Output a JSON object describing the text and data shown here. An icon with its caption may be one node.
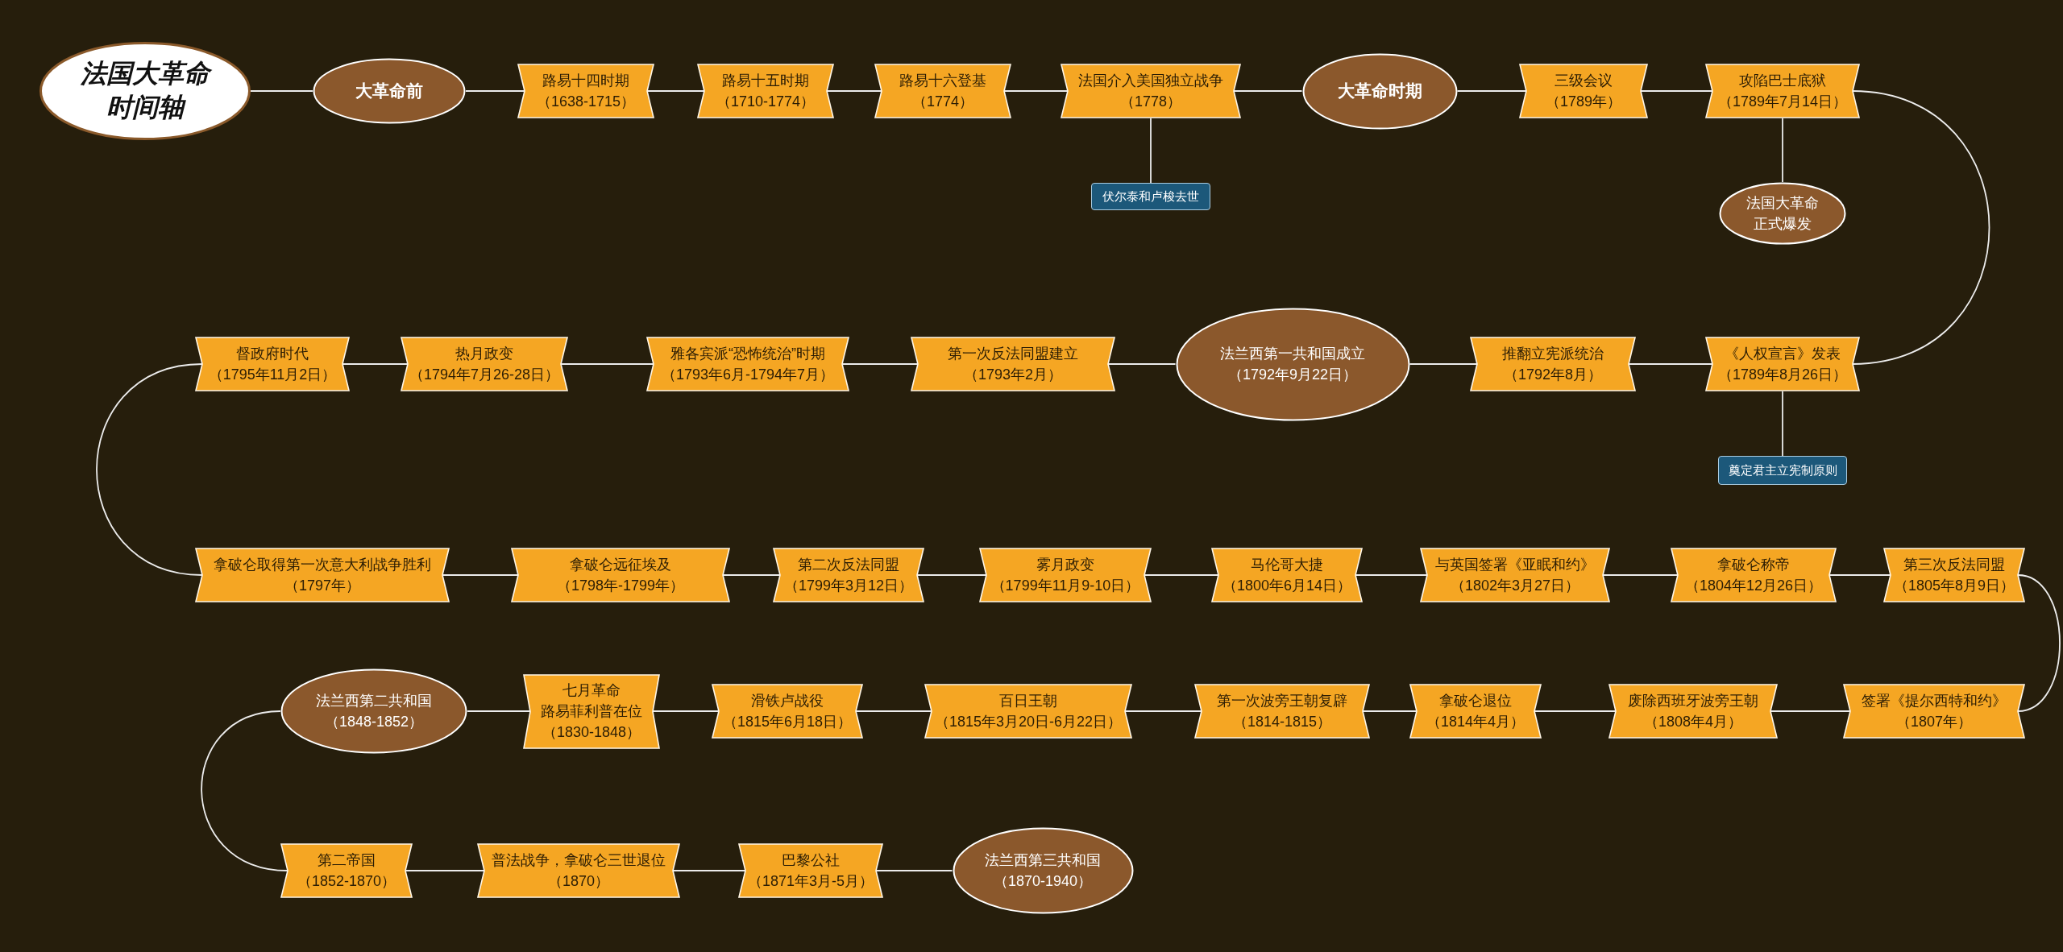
{
  "diagram": {
    "nodes": [
      {
        "text": [
          "法国大革命时间轴"
        ]
      },
      {
        "text": [
          "大革命前"
        ]
      },
      {
        "text": [
          "路易十四时期",
          "（1638-1715）"
        ]
      },
      {
        "text": [
          "路易十五时期",
          "（1710-1774）"
        ]
      },
      {
        "text": [
          "路易十六登基",
          "（1774）"
        ]
      },
      {
        "text": [
          "法国介入美国独立战争",
          "（1778）"
        ]
      },
      {
        "text": [
          "伏尔泰和卢梭去世"
        ]
      },
      {
        "text": [
          "大革命时期"
        ]
      },
      {
        "text": [
          "三级会议",
          "（1789年）"
        ]
      },
      {
        "text": [
          "攻陷巴士底狱",
          "（1789年7月14日）"
        ]
      },
      {
        "text": [
          "法国大革命正式爆发"
        ]
      },
      {
        "text": [
          "《人权宣言》发表",
          "（1789年8月26日）"
        ]
      },
      {
        "text": [
          "奠定君主立宪制原则"
        ]
      },
      {
        "text": [
          "推翻立宪派统治",
          "（1792年8月）"
        ]
      },
      {
        "text": [
          "法兰西第一共和国成立",
          "（1792年9月22日）"
        ]
      },
      {
        "text": [
          "第一次反法同盟建立",
          "（1793年2月）"
        ]
      },
      {
        "text": [
          "雅各宾派“恐怖统治”时期",
          "（1793年6月-1794年7月）"
        ]
      },
      {
        "text": [
          "热月政变",
          "（1794年7月26-28日）"
        ]
      },
      {
        "text": [
          "督政府时代",
          "（1795年11月2日）"
        ]
      },
      {
        "text": [
          "拿破仑取得第一次意大利战争胜利",
          "（1797年）"
        ]
      },
      {
        "text": [
          "拿破仑远征埃及",
          "（1798年-1799年）"
        ]
      },
      {
        "text": [
          "第二次反法同盟",
          "（1799年3月12日）"
        ]
      },
      {
        "text": [
          "雾月政变",
          "（1799年11月9-10日）"
        ]
      },
      {
        "text": [
          "马伦哥大捷",
          "（1800年6月14日）"
        ]
      },
      {
        "text": [
          "与英国签署《亚眠和约》",
          "（1802年3月27日）"
        ]
      },
      {
        "text": [
          "拿破仑称帝",
          "（1804年12月26日）"
        ]
      },
      {
        "text": [
          "第三次反法同盟",
          "（1805年8月9日）"
        ]
      },
      {
        "text": [
          "签署《提尔西特和约》",
          "（1807年）"
        ]
      },
      {
        "text": [
          "废除西班牙波旁王朝",
          "（1808年4月）"
        ]
      },
      {
        "text": [
          "拿破仑退位",
          "（1814年4月）"
        ]
      },
      {
        "text": [
          "第一次波旁王朝复辟",
          "（1814-1815）"
        ]
      },
      {
        "text": [
          "百日王朝",
          "（1815年3月20日-6月22日）"
        ]
      },
      {
        "text": [
          "滑铁卢战役",
          "（1815年6月18日）"
        ]
      },
      {
        "text": [
          "七月革命",
          "路易菲利普在位",
          "（1830-1848）"
        ]
      },
      {
        "text": [
          "法兰西第二共和国",
          "（1848-1852）"
        ]
      },
      {
        "text": [
          "第二帝国",
          "（1852-1870）"
        ]
      },
      {
        "text": [
          "普法战争，拿破仑三世退位",
          "（1870）"
        ]
      },
      {
        "text": [
          "巴黎公社",
          "（1871年3月-5月）"
        ]
      },
      {
        "text": [
          "法兰西第三共和国",
          "（1870-1940）"
        ]
      }
    ],
    "edges": [
      {
        "from": 0,
        "to": 1,
        "arrow": "none"
      },
      {
        "from": 1,
        "to": 2,
        "arrow": "none"
      },
      {
        "from": 2,
        "to": 3,
        "arrow": "none"
      },
      {
        "from": 3,
        "to": 4,
        "arrow": "none"
      },
      {
        "from": 4,
        "to": 5,
        "arrow": "none"
      },
      {
        "from": 5,
        "to": 6,
        "arrow": "none"
      },
      {
        "from": 5,
        "to": 7,
        "arrow": "none"
      },
      {
        "from": 7,
        "to": 8,
        "arrow": "none"
      },
      {
        "from": 8,
        "to": 9,
        "arrow": "none"
      },
      {
        "from": 9,
        "to": 10,
        "arrow": "none"
      },
      {
        "from": 9,
        "to": 11,
        "arrow": "none"
      },
      {
        "from": 11,
        "to": 12,
        "arrow": "none"
      },
      {
        "from": 11,
        "to": 13,
        "arrow": "none"
      },
      {
        "from": 13,
        "to": 14,
        "arrow": "none"
      },
      {
        "from": 14,
        "to": 15,
        "arrow": "none"
      },
      {
        "from": 15,
        "to": 16,
        "arrow": "none"
      },
      {
        "from": 16,
        "to": 17,
        "arrow": "none"
      },
      {
        "from": 17,
        "to": 18,
        "arrow": "none"
      },
      {
        "from": 18,
        "to": 19,
        "arrow": "none"
      },
      {
        "from": 19,
        "to": 20,
        "arrow": "none"
      },
      {
        "from": 20,
        "to": 21,
        "arrow": "none"
      },
      {
        "from": 21,
        "to": 22,
        "arrow": "none"
      },
      {
        "from": 22,
        "to": 23,
        "arrow": "none"
      },
      {
        "from": 23,
        "to": 24,
        "arrow": "none"
      },
      {
        "from": 24,
        "to": 25,
        "arrow": "none"
      },
      {
        "from": 25,
        "to": 26,
        "arrow": "none"
      },
      {
        "from": 26,
        "to": 27,
        "arrow": "none"
      },
      {
        "from": 27,
        "to": 28,
        "arrow": "none"
      },
      {
        "from": 28,
        "to": 29,
        "arrow": "none"
      },
      {
        "from": 29,
        "to": 30,
        "arrow": "none"
      },
      {
        "from": 30,
        "to": 31,
        "arrow": "none"
      },
      {
        "from": 31,
        "to": 32,
        "arrow": "none"
      },
      {
        "from": 32,
        "to": 33,
        "arrow": "none"
      },
      {
        "from": 33,
        "to": 34,
        "arrow": "none"
      },
      {
        "from": 34,
        "to": 35,
        "arrow": "none"
      },
      {
        "from": 35,
        "to": 36,
        "arrow": "none"
      },
      {
        "from": 36,
        "to": 37,
        "arrow": "none"
      },
      {
        "from": 37,
        "to": 38,
        "arrow": "none"
      }
    ]
  }
}
